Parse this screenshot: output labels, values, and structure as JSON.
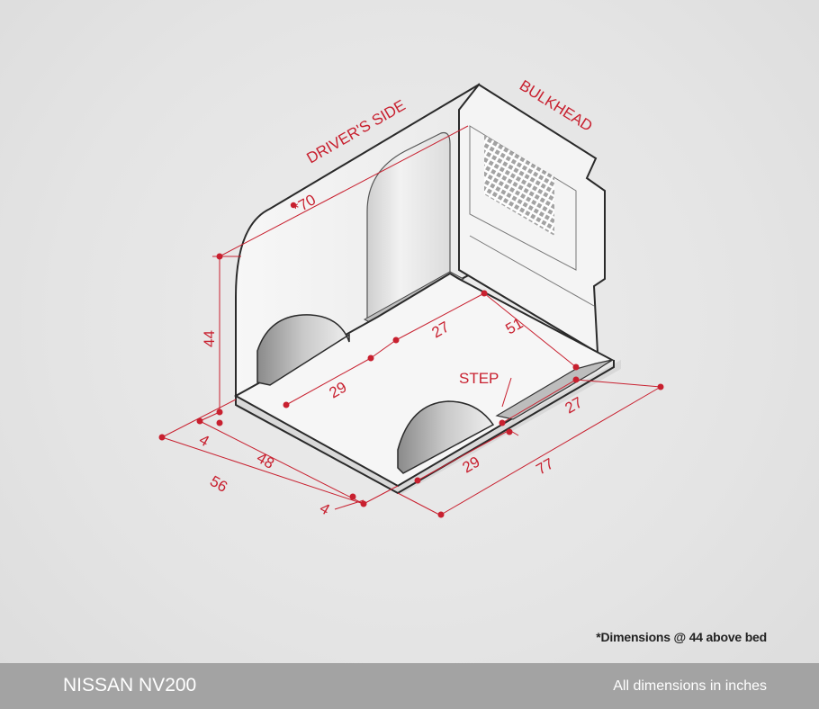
{
  "labels": {
    "drivers_side": "DRIVER'S SIDE",
    "bulkhead": "BULKHEAD",
    "step": "STEP"
  },
  "dimensions": {
    "height": "44",
    "upper_length": "*70",
    "floor_length_51": "51",
    "floor_width_27": "27",
    "wheelwell_29_left": "29",
    "wheelwell_29_right": "29",
    "step_27": "27",
    "overall_length": "77",
    "overhang_left": "4",
    "overhang_right": "4",
    "between_wells": "48",
    "overall_width": "56"
  },
  "footnote": "*Dimensions @ 44 above bed",
  "footer": {
    "title": "NISSAN NV200",
    "note": "All dimensions in inches"
  }
}
